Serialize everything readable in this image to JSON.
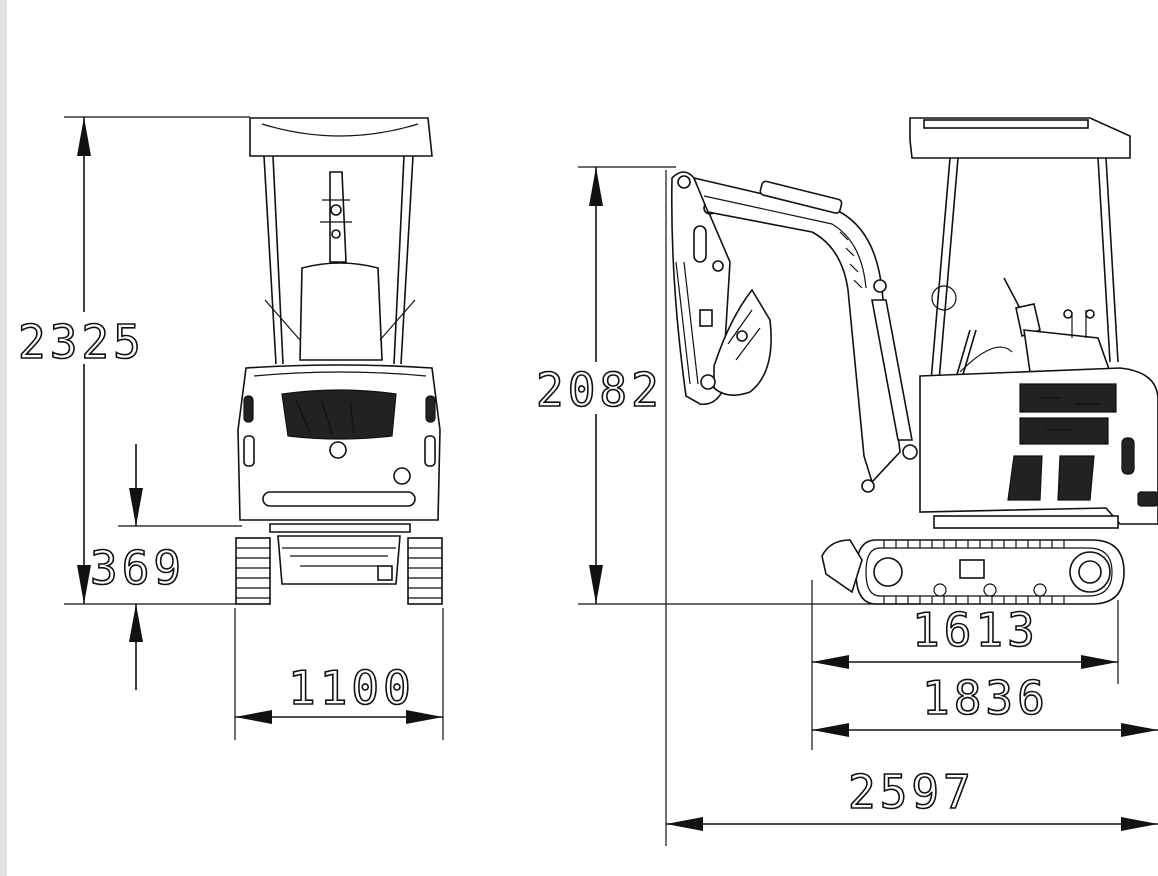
{
  "dimensions": {
    "front_height": "2325",
    "ground_clearance": "369",
    "track_width": "1100",
    "side_height": "2082",
    "track_length": "1613",
    "undercarriage_length": "1836",
    "overall_length": "2597"
  }
}
